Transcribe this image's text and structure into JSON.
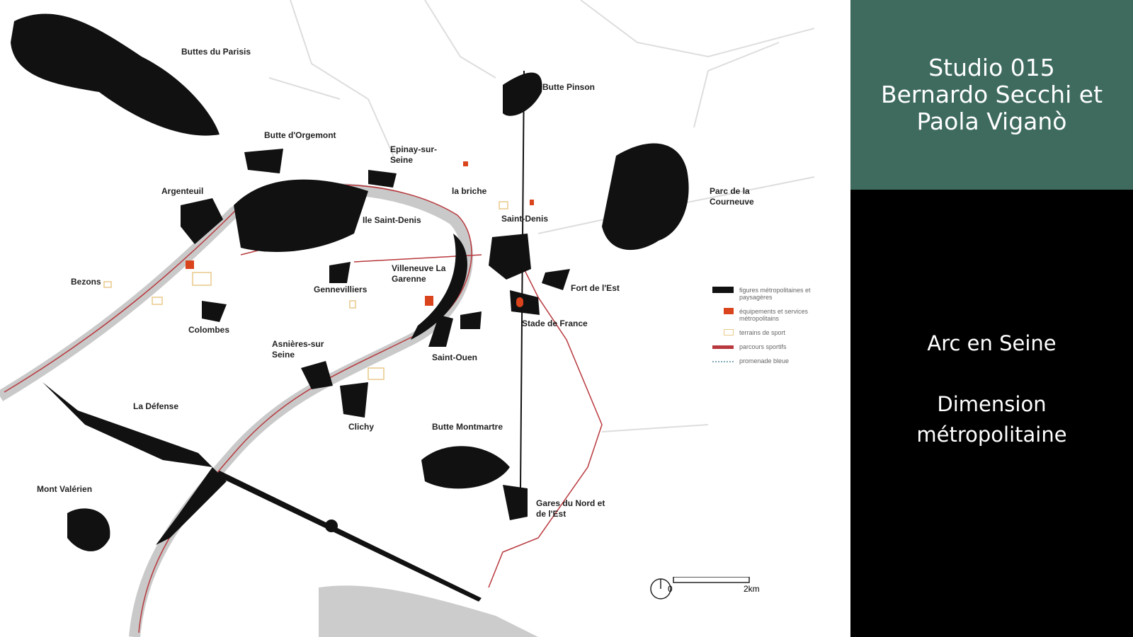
{
  "title_panel": {
    "line1": "Studio 015",
    "line2": "Bernardo Secchi et",
    "line3": "Paola Viganò"
  },
  "subtitle_panel": {
    "line1": "Arc en Seine",
    "line2": "Dimension",
    "line3": "métropolitaine"
  },
  "map": {
    "labels": [
      "Buttes du Parisis",
      "Butte d'Orgemont",
      "Epinay-sur-Seine",
      "Butte Pinson",
      "Argenteuil",
      "la briche",
      "Saint-Denis",
      "Parc de la Courneuve",
      "Ile Saint-Denis",
      "Villeneuve La Garenne",
      "Bezons",
      "Gennevilliers",
      "Fort de l'Est",
      "Colombes",
      "Stade de France",
      "Asnières-sur Seine",
      "Saint-Ouen",
      "La Défense",
      "Clichy",
      "Butte Montmartre",
      "Mont Valérien",
      "Gares du Nord et de l'Est"
    ],
    "legend": [
      {
        "label": "figures métropolitaines et paysagères",
        "color": "#111111"
      },
      {
        "label": "équipements et services métropolitains",
        "color": "#d9441c"
      },
      {
        "label": "terrains de sport",
        "color": "#e8c98a"
      },
      {
        "label": "parcours sportifs",
        "color": "#b8383d"
      },
      {
        "label": "promenade bleue",
        "color": "#7fa7b5"
      }
    ],
    "scale": {
      "start": "0",
      "end": "2km"
    }
  }
}
